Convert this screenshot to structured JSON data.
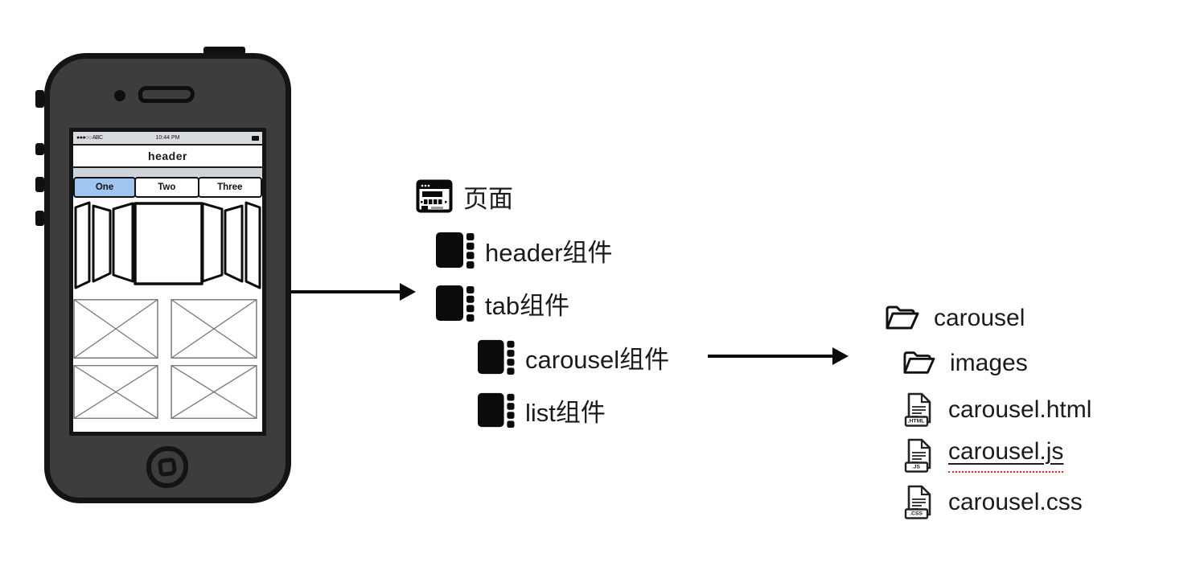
{
  "phone": {
    "status": {
      "carrier": "●●●○○ ABC",
      "time": "10:44 PM",
      "battery_icon": "battery-icon"
    },
    "header_label": "header",
    "tabs": [
      {
        "label": "One",
        "active": true
      },
      {
        "label": "Two",
        "active": false
      },
      {
        "label": "Three",
        "active": false
      }
    ],
    "carousel": "carousel-wireframe",
    "list_grid": "2x2-image-placeholders"
  },
  "component_tree": {
    "items": [
      {
        "label": "页面",
        "icon": "webpage-icon",
        "indent": 0
      },
      {
        "label": "header组件",
        "icon": "component-icon",
        "indent": 1
      },
      {
        "label": "tab组件",
        "icon": "component-icon",
        "indent": 1
      },
      {
        "label": "carousel组件",
        "icon": "component-icon",
        "indent": 2
      },
      {
        "label": "list组件",
        "icon": "component-icon",
        "indent": 2
      }
    ]
  },
  "file_tree": {
    "items": [
      {
        "label": "carousel",
        "icon": "open-folder-icon"
      },
      {
        "label": "images",
        "icon": "open-folder-icon"
      },
      {
        "label": "carousel.html",
        "icon": "html-file-icon",
        "badge": ".HTML"
      },
      {
        "label": "carousel.js",
        "icon": "js-file-icon",
        "badge": ".JS",
        "spellcheck_underline": true
      },
      {
        "label": "carousel.css",
        "icon": "css-file-icon",
        "badge": ".CSS"
      }
    ]
  },
  "colors": {
    "active_tab": "#9FC5F1",
    "phone_body": "#3D3D3D",
    "outline": "#141414",
    "spellcheck_underline": "#FF1F1F",
    "statusbar_bg": "#D8DCE0"
  }
}
